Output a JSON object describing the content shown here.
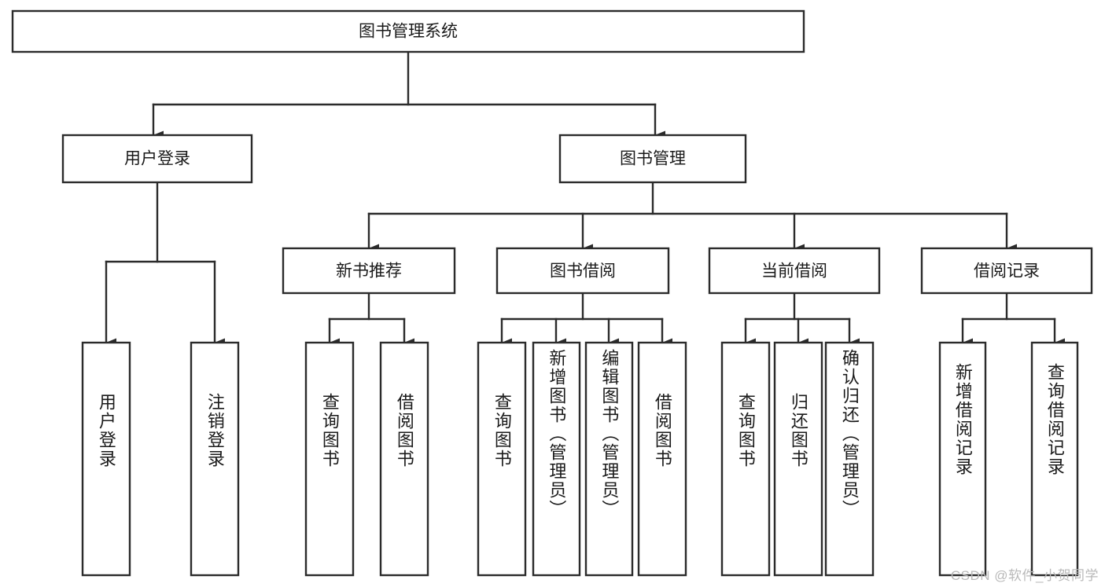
{
  "diagram": {
    "title": "图书管理系统",
    "type": "tree-hierarchy",
    "root": {
      "label": "图书管理系统"
    },
    "level2": [
      {
        "label": "用户登录"
      },
      {
        "label": "图书管理"
      }
    ],
    "level3": [
      {
        "label": "新书推荐"
      },
      {
        "label": "图书借阅"
      },
      {
        "label": "当前借阅"
      },
      {
        "label": "借阅记录"
      }
    ],
    "leaves": {
      "user_login": [
        {
          "label": "用户登录"
        },
        {
          "label": "注销登录"
        }
      ],
      "new_book_recommend": [
        {
          "label": "查询图书"
        },
        {
          "label": "借阅图书"
        }
      ],
      "book_borrow": [
        {
          "label": "查询图书"
        },
        {
          "label": "新增图书（管理员）"
        },
        {
          "label": "编辑图书（管理员）"
        },
        {
          "label": "借阅图书"
        }
      ],
      "current_borrow": [
        {
          "label": "查询图书"
        },
        {
          "label": "归还图书"
        },
        {
          "label": "确认归还（管理员）"
        }
      ],
      "borrow_record": [
        {
          "label": "新增借阅记录"
        },
        {
          "label": "查询借阅记录"
        }
      ]
    }
  },
  "watermark": {
    "text": "CSDN @软件_小贺同学"
  },
  "colors": {
    "stroke": "#2b2b2b",
    "box_fill": "#ffffff",
    "text": "#1a1a1a",
    "background": "#ffffff",
    "watermark": "#b9b9b9"
  }
}
